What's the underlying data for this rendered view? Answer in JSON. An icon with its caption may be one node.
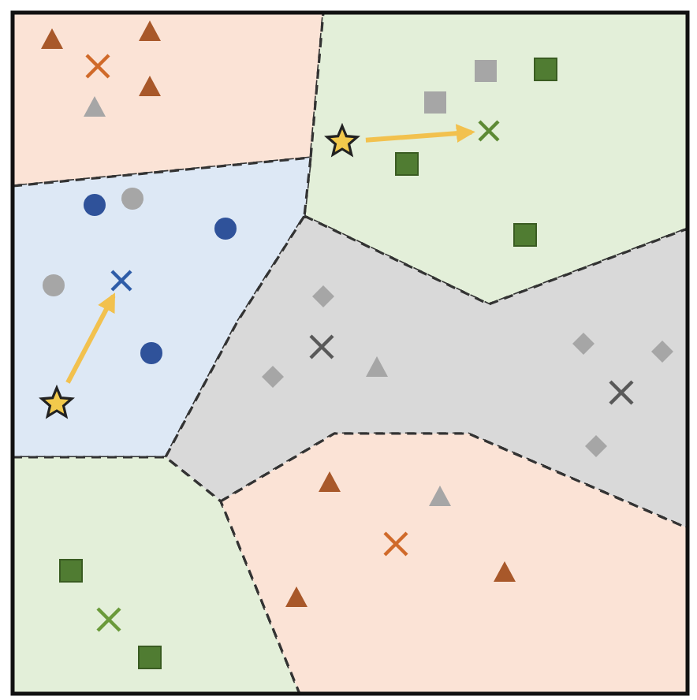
{
  "diagram": {
    "nodes": [
      {
        "text": [],
        "shape": "star"
      },
      {
        "text": [],
        "shape": "cross"
      },
      {
        "text": [],
        "shape": "star"
      },
      {
        "text": [],
        "shape": "cross"
      }
    ],
    "edges": [
      {
        "from": 0,
        "to": 1,
        "arrow": "to"
      },
      {
        "from": 2,
        "to": 3,
        "arrow": "to"
      }
    ]
  }
}
